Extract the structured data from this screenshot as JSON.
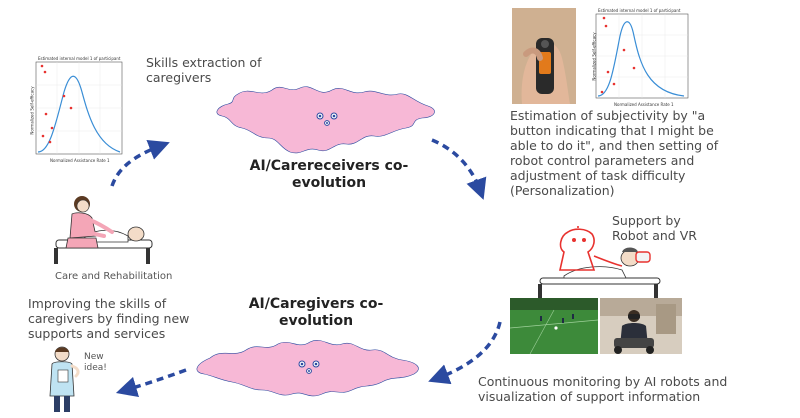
{
  "captions": {
    "skills_extraction": "Skills extraction of caregivers",
    "estimation": "Estimation of subjectivity by \"a button indicating that I might be able to do it\", and then setting of robot control parameters and adjustment of task difficulty (Personalization)",
    "support": "Support by Robot and VR",
    "monitoring": "Continuous monitoring by AI robots and visualization of support information",
    "improving": "Improving the skills of caregivers by finding new supports and services",
    "care_rehab": "Care and Rehabilitation",
    "new_idea": "New idea!"
  },
  "titles": {
    "carereceivers": "AI/Carereceivers co-evolution",
    "caregivers": "AI/Caregivers co-evolution"
  },
  "mini_chart_left": {
    "title": "Estimated internal model 1 of participant",
    "xlabel": "Normalized Assistance Rate 1",
    "ylabel": "Normalized Self-efficacy"
  },
  "mini_chart_right": {
    "title": "Estimated internal model 1 of participant",
    "xlabel": "Normalized Assistance Rate 1",
    "ylabel": "Normalized Self-efficacy"
  },
  "colors": {
    "blob_fill": "#f7b8d6",
    "blob_stroke": "#2b4aa0",
    "arrow": "#2b4aa0",
    "curve": "#3a8ed6",
    "points": "#e8322f"
  }
}
